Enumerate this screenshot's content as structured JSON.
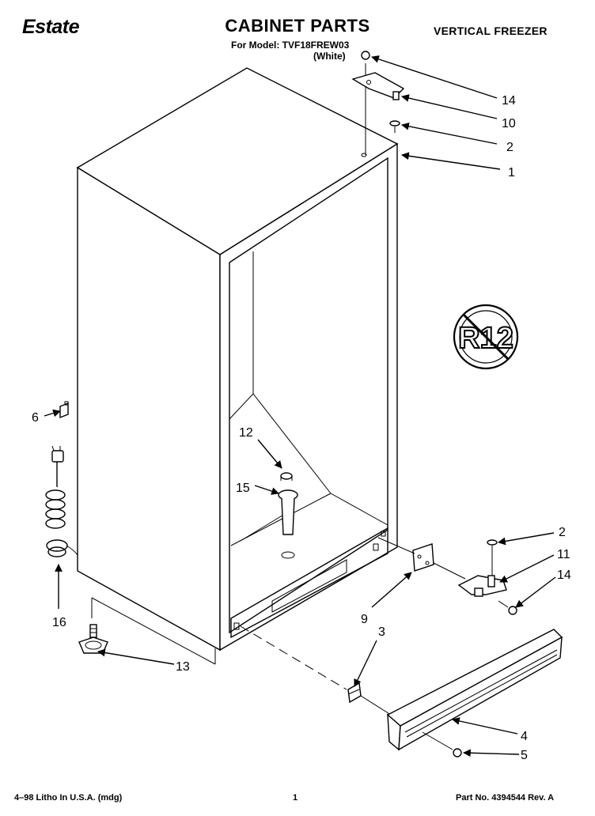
{
  "header": {
    "brand": "Estate",
    "title": "CABINET PARTS",
    "model": "For Model: TVF18FREW03",
    "color": "(White)",
    "category": "VERTICAL FREEZER"
  },
  "badge": {
    "text": "R12"
  },
  "callouts": [
    {
      "id": "c14a",
      "label": "14"
    },
    {
      "id": "c10",
      "label": "10"
    },
    {
      "id": "c2a",
      "label": "2"
    },
    {
      "id": "c1",
      "label": "1"
    },
    {
      "id": "c6",
      "label": "6"
    },
    {
      "id": "c12",
      "label": "12"
    },
    {
      "id": "c15",
      "label": "15"
    },
    {
      "id": "c2b",
      "label": "2"
    },
    {
      "id": "c11",
      "label": "11"
    },
    {
      "id": "c14b",
      "label": "14"
    },
    {
      "id": "c9",
      "label": "9"
    },
    {
      "id": "c3",
      "label": "3"
    },
    {
      "id": "c16",
      "label": "16"
    },
    {
      "id": "c13",
      "label": "13"
    },
    {
      "id": "c4",
      "label": "4"
    },
    {
      "id": "c5",
      "label": "5"
    }
  ],
  "footer": {
    "left": "4–98 Litho In U.S.A. (mdg)",
    "page": "1",
    "right": "Part No. 4394544 Rev. A"
  }
}
